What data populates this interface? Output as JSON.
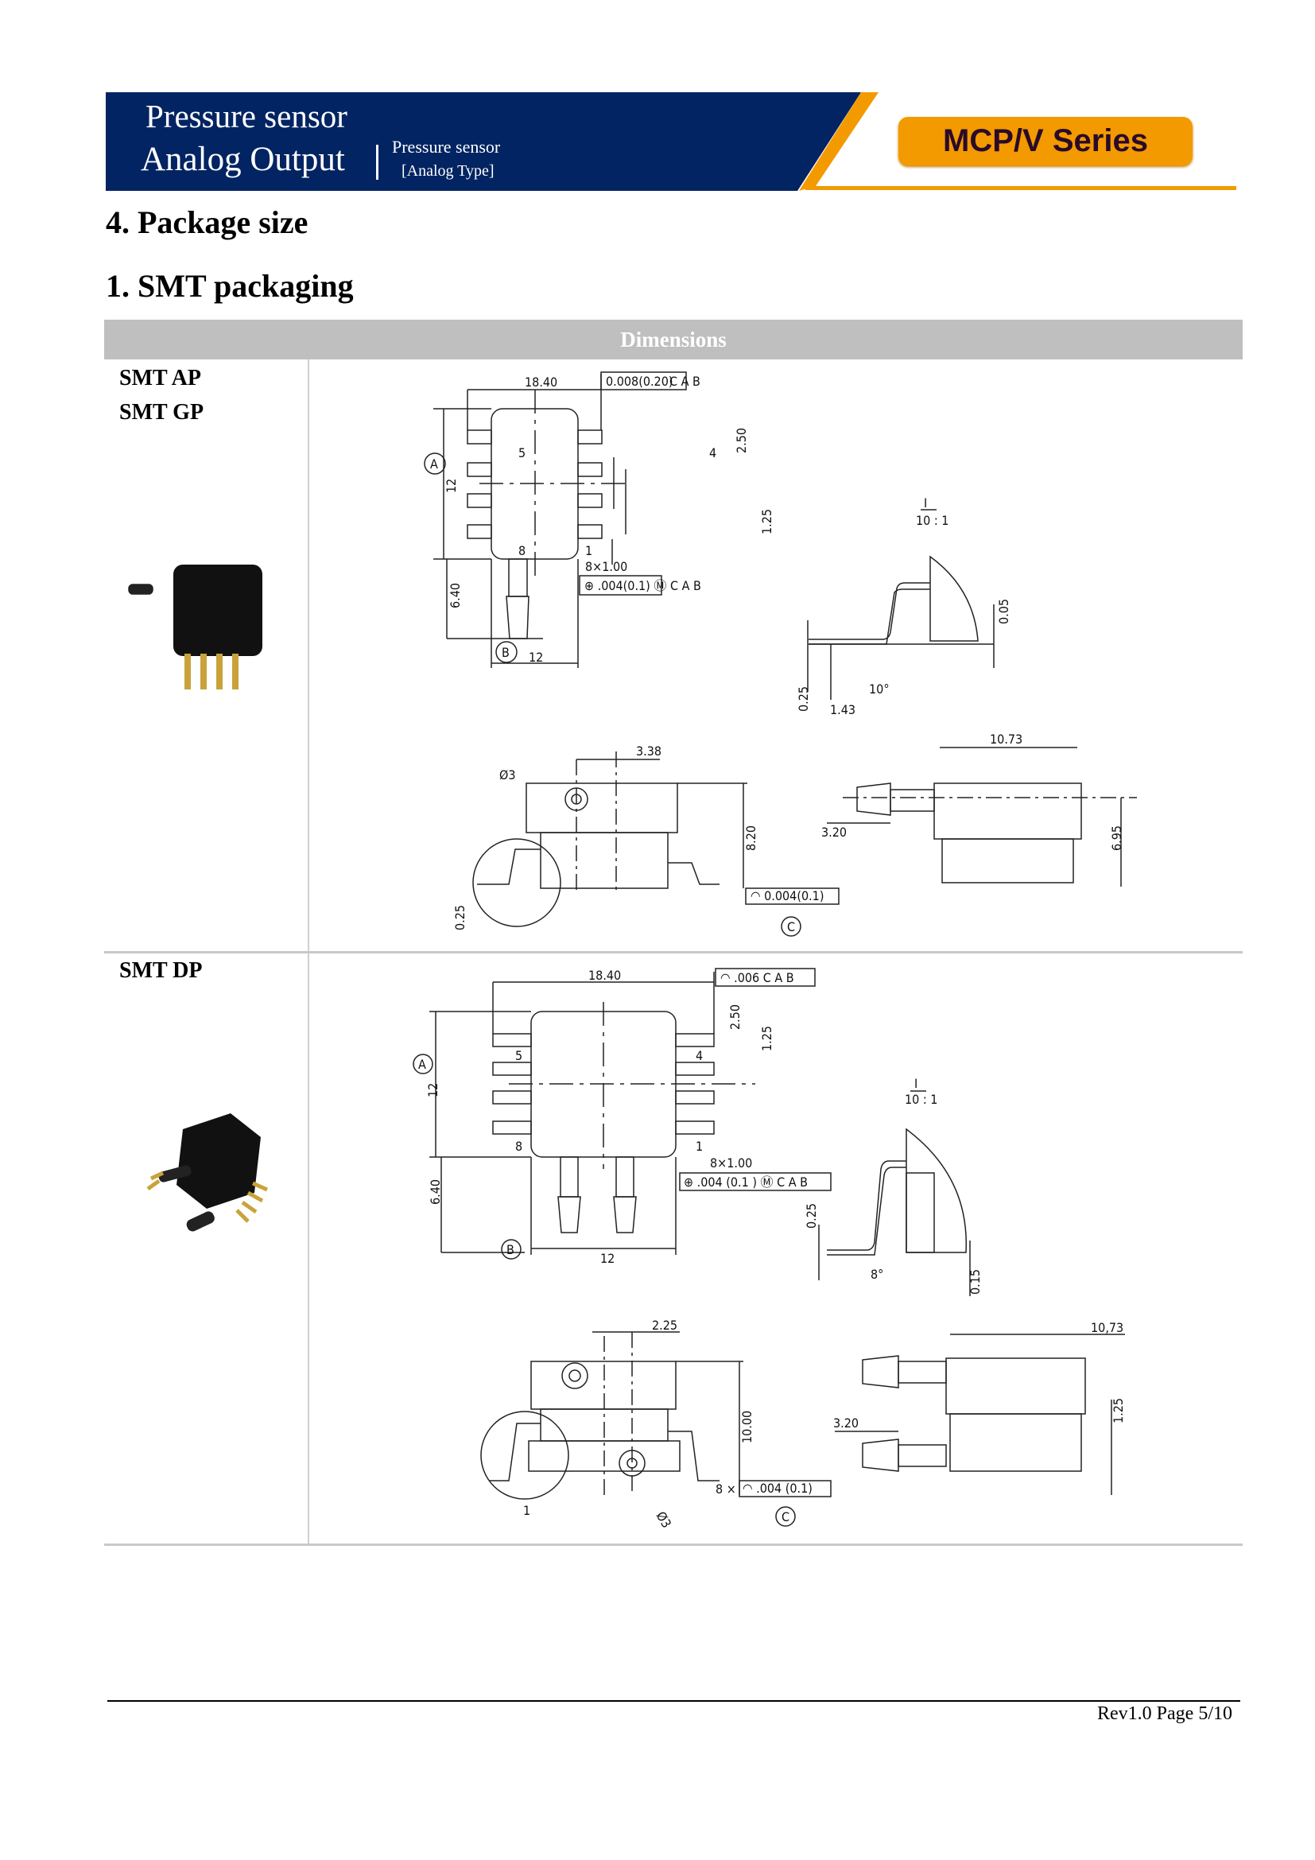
{
  "header": {
    "title_line1": "Pressure sensor",
    "title_line2": "Analog Output",
    "subtitle_line1": "Pressure sensor",
    "subtitle_line2": "[Analog Type]",
    "series_badge": "MCP/V Series",
    "colors": {
      "navy": "#022462",
      "orange": "#f39a00"
    }
  },
  "section_title": "4. Package size",
  "subsection_title": "1. SMT packaging",
  "table": {
    "header": "Dimensions",
    "rows": [
      {
        "labels": [
          "SMT AP",
          "SMT GP"
        ],
        "dims": {
          "width": "18.40",
          "height": "12",
          "port": "6.40",
          "body": "12",
          "pitch_a": "2.50",
          "pitch_b": "1.25",
          "pins": "8×1.00",
          "gdt_top": [
            "0.008(0.20)",
            "C",
            "A",
            "B"
          ],
          "gdt_pos": [
            ".004(0.1)",
            "M",
            "C",
            "A",
            "B"
          ],
          "datum_a": "A",
          "datum_b": "B",
          "datum_c": "C",
          "pin5": "5",
          "pin4": "4",
          "pin8": "8",
          "pin1": "1",
          "detail": "I",
          "scale": "10 : 1",
          "d005": "0.05",
          "d025": "0.25",
          "d143": "1.43",
          "angle": "10°",
          "offset": "3.38",
          "hole": "Ø3",
          "h820": "8.20",
          "gdt_flat": "0.004(0.1)",
          "len": "10.73",
          "tube": "3.20",
          "h695": "6.95",
          "d025b": "0.25"
        }
      },
      {
        "labels": [
          "SMT DP"
        ],
        "dims": {
          "width": "18.40",
          "height": "12",
          "port": "6.40",
          "body": "12",
          "pitch_a": "2.50",
          "pitch_b": "1.25",
          "pins": "8×1.00",
          "gdt_top": [
            ".006",
            "C",
            "A",
            "B"
          ],
          "gdt_pos": [
            ".004  (0.1 )",
            "M",
            "C",
            "A",
            "B"
          ],
          "datum_a": "A",
          "datum_b": "B",
          "datum_c": "C",
          "pin5": "5",
          "pin4": "4",
          "pin8": "8",
          "pin1": "1",
          "detail": "I",
          "scale": "10 : 1",
          "d025": "0.25",
          "d015": "0.15",
          "angle": "8°",
          "offset": "2.25",
          "hole": "Ø3",
          "h1000": "10.00",
          "gdt_flat": ".004  (0.1)",
          "gdt_flat_prefix": "8 ×",
          "detail_ref": "1",
          "len": "10,73",
          "tube": "3.20",
          "h125": "1.25"
        }
      }
    ]
  },
  "footer": "Rev1.0 Page 5/10"
}
